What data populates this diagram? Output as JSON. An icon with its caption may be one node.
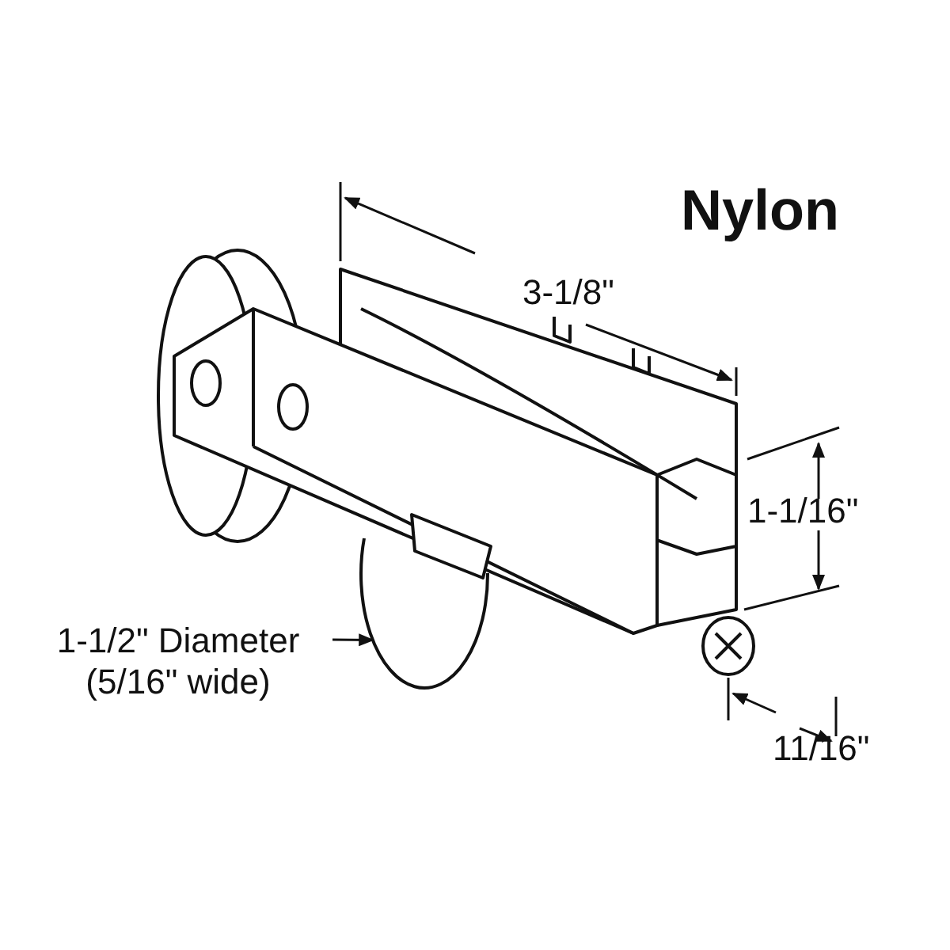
{
  "diagram": {
    "nodes": [
      {
        "text": [
          "1-1/2\" Diameter (5/16\" wide)"
        ]
      },
      {
        "text": [],
        "shape": "picture"
      }
    ],
    "edges": [
      {
        "from": 0,
        "to": 1,
        "arrow": "to"
      }
    ],
    "labels": [
      "Nylon",
      "3-1/8\"",
      "1-1/16\"",
      "11/16\""
    ]
  }
}
